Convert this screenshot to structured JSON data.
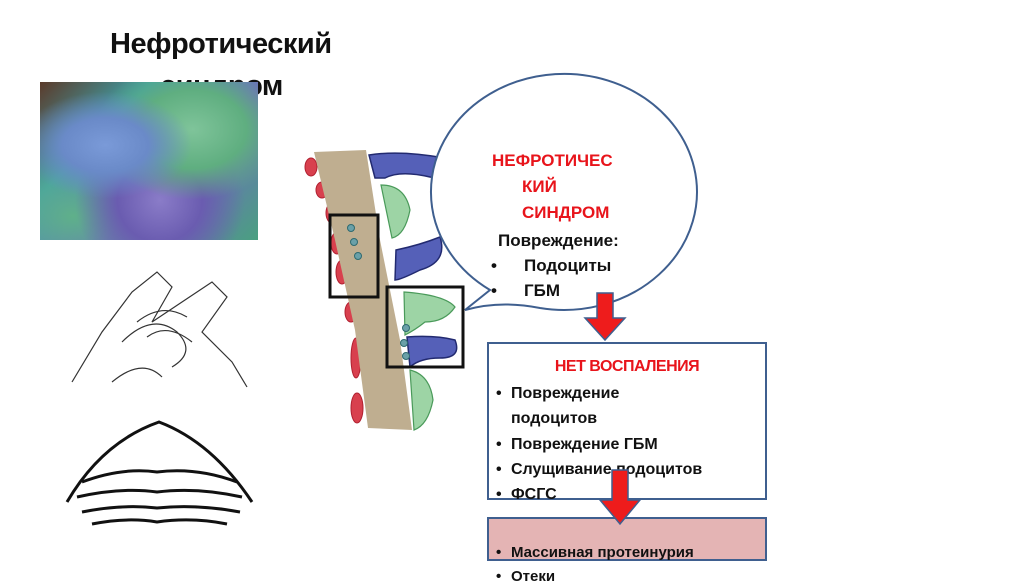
{
  "title": {
    "line1": "Нефротический",
    "line2": "синдром"
  },
  "bubble": {
    "heading_lines": [
      "НЕФРОТИЧЕС",
      "КИЙ",
      "СИНДРОМ"
    ],
    "subheading": "Повреждение:",
    "bullets": [
      "Подоциты",
      "ГБМ"
    ]
  },
  "box1": {
    "heading": "НЕТ ВОСПАЛЕНИЯ",
    "items": [
      "Повреждение",
      "подоцитов",
      "Повреждение ГБМ",
      "Слущивание подоцитов",
      "ФСГС"
    ]
  },
  "box2": {
    "items": [
      "Массивная протеинурия",
      "Отеки"
    ]
  },
  "bullet_char": "•",
  "colors": {
    "accent_red": "#e8141b",
    "box_border": "#3f5f8f",
    "box2_fill": "#e4b4b4"
  }
}
